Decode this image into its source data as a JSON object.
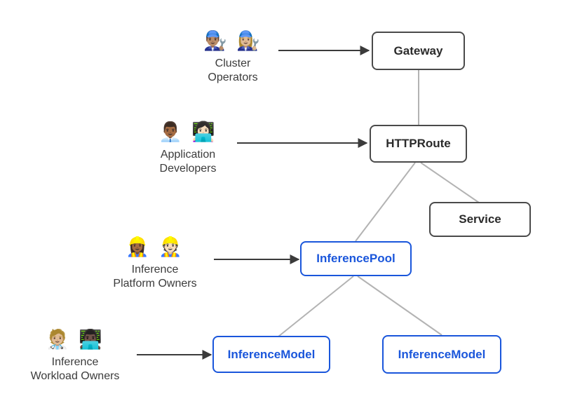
{
  "colors": {
    "accent_blue": "#1a56db",
    "node_border_dark": "#4a4a4a",
    "node_text_dark": "#2b2b2b",
    "connector_gray": "#b3b3b3",
    "arrow_dark": "#3b3b3b",
    "persona_text": "#3b3b3b",
    "background": "#ffffff"
  },
  "personas": [
    {
      "emojis": "👨🏽‍🔧 👩🏼‍🔧",
      "label_line1": "Cluster",
      "label_line2": "Operators"
    },
    {
      "emojis": "👨🏾‍💼 👩🏻‍💻",
      "label_line1": "Application",
      "label_line2": "Developers"
    },
    {
      "emojis": "👷🏾‍♀️ 👷🏻",
      "label_line1": "Inference",
      "label_line2": "Platform Owners"
    },
    {
      "emojis": "🧑🏼‍⚕️ 👨🏿‍💻",
      "label_line1": "Inference",
      "label_line2": "Workload Owners"
    }
  ],
  "nodes": {
    "gateway": {
      "label": "Gateway",
      "style": "standard"
    },
    "httproute": {
      "label": "HTTPRoute",
      "style": "standard"
    },
    "service": {
      "label": "Service",
      "style": "standard"
    },
    "inference_pool": {
      "label": "InferencePool",
      "style": "extension"
    },
    "inference_model_left": {
      "label": "InferenceModel",
      "style": "extension"
    },
    "inference_model_right": {
      "label": "InferenceModel",
      "style": "extension"
    }
  }
}
